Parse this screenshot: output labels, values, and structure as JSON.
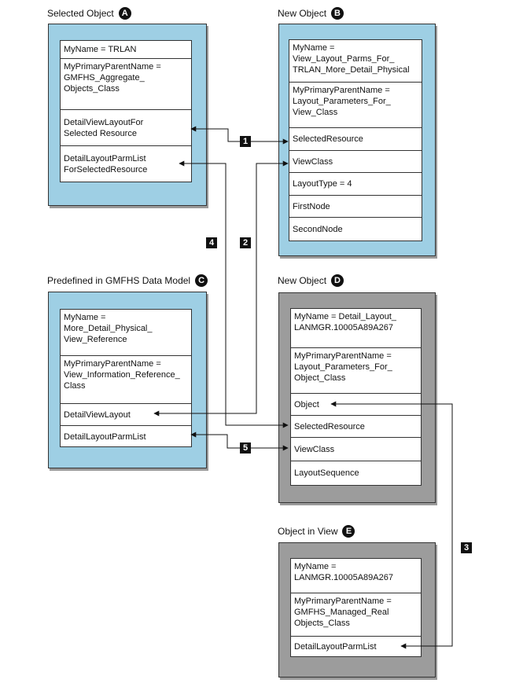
{
  "boxes": {
    "a": {
      "title": "Selected Object",
      "badge": "A",
      "cells": [
        "MyName = TRLAN",
        "MyPrimaryParentName =\nGMFHS_Aggregate_\nObjects_Class",
        "DetailViewLayoutFor\nSelected Resource",
        "DetailLayoutParmList\nForSelectedResource"
      ]
    },
    "b": {
      "title": "New Object",
      "badge": "B",
      "cells": [
        "MyName =\nView_Layout_Parms_For_\nTRLAN_More_Detail_Physical",
        "MyPrimaryParentName =\nLayout_Parameters_For_\nView_Class",
        "SelectedResource",
        "ViewClass",
        "LayoutType = 4",
        "FirstNode",
        "SecondNode"
      ]
    },
    "c": {
      "title": "Predefined in GMFHS Data Model",
      "badge": "C",
      "cells": [
        "MyName =\nMore_Detail_Physical_\nView_Reference",
        "MyPrimaryParentName =\nView_Information_Reference_\nClass",
        "DetailViewLayout",
        "DetailLayoutParmList"
      ]
    },
    "d": {
      "title": "New Object",
      "badge": "D",
      "cells": [
        "MyName = Detail_Layout_\nLANMGR.10005A89A267",
        "MyPrimaryParentName =\nLayout_Parameters_For_\nObject_Class",
        "Object",
        "SelectedResource",
        "ViewClass",
        "LayoutSequence"
      ]
    },
    "e": {
      "title": "Object in View",
      "badge": "E",
      "cells": [
        "MyName =\nLANMGR.10005A89A267",
        "MyPrimaryParentName =\nGMFHS_Managed_Real\nObjects_Class",
        "DetailLayoutParmList"
      ]
    }
  },
  "connectors": [
    "1",
    "2",
    "3",
    "4",
    "5"
  ]
}
